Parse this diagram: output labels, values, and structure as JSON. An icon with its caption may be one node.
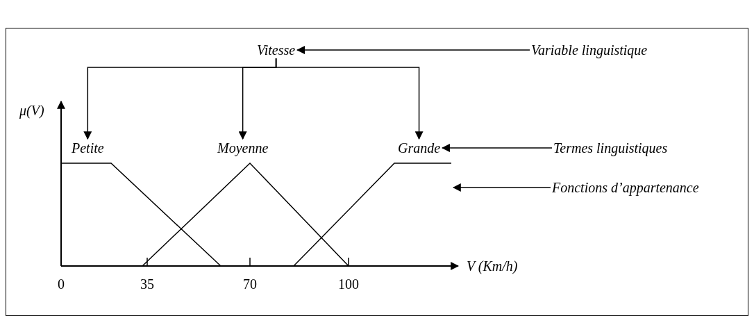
{
  "diagram": {
    "nodes": [
      {
        "text": [
          "Vitesse"
        ]
      },
      {
        "text": [
          "Variable linguistique"
        ]
      },
      {
        "text": [
          "Petite"
        ]
      },
      {
        "text": [
          "Moyenne"
        ]
      },
      {
        "text": [
          "Grande"
        ]
      },
      {
        "text": [
          "Termes linguistiques"
        ]
      },
      {
        "text": [
          "Fonctions d’appartenance"
        ]
      },
      {
        "text": [],
        "shape": "picture"
      }
    ],
    "edges": [
      {
        "from": 1,
        "to": 0,
        "arrow": "to"
      },
      {
        "from": 0,
        "to": 2,
        "arrow": "to"
      },
      {
        "from": 0,
        "to": 3,
        "arrow": "to"
      },
      {
        "from": 0,
        "to": 4,
        "arrow": "to"
      },
      {
        "from": 5,
        "to": 4,
        "arrow": "to"
      },
      {
        "from": 6,
        "to": 7,
        "arrow": "to"
      }
    ],
    "labels": [
      "μ(V)",
      "V (Km/h)",
      "0",
      "35",
      "70",
      "100"
    ]
  }
}
